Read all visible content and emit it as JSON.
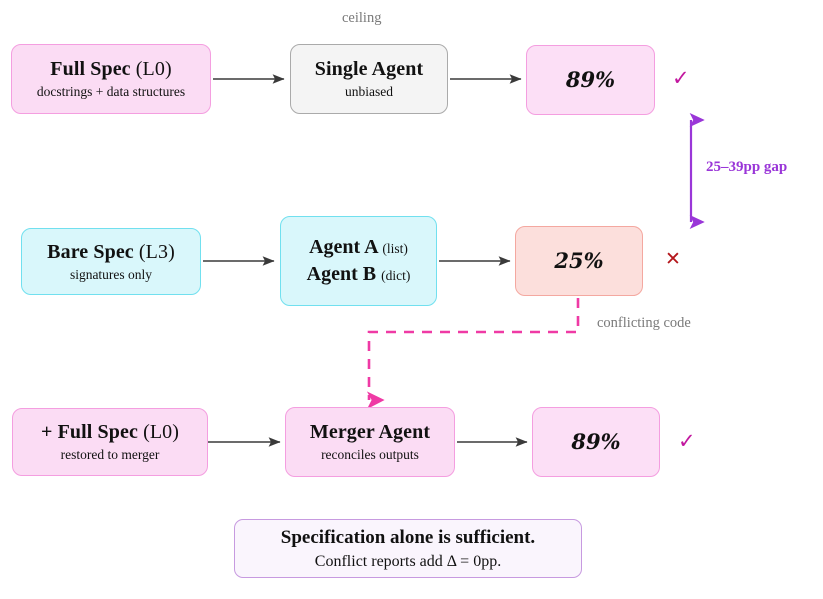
{
  "diagram": {
    "title_label_ceiling": "ceiling",
    "conflict_label": "conflicting code",
    "gap_label": "25–39pp gap",
    "colors": {
      "pink_fill": "#fbdcf4",
      "pink_stroke": "#f49ee0",
      "pink_light_fill": "#fcdff6",
      "gray_fill": "#f4f4f4",
      "gray_stroke": "#aaaaaa",
      "cyan_fill": "#d9f7fb",
      "cyan_stroke": "#71e0ef",
      "salmon_fill": "#fcdfdc",
      "salmon_stroke": "#f4a8a0",
      "purple": "#9a36d8",
      "magenta_dash": "#ef3aa5",
      "check": "#c2189f",
      "cross": "#b4161b",
      "arrow": "#3a3a3a",
      "conclusion_fill": "#faf5fd",
      "conclusion_stroke": "#c79ae0"
    },
    "rows": [
      {
        "id": "row-full-spec",
        "input": {
          "title_bold": "Full Spec",
          "title_reg": "(L0)",
          "sub": "docstrings + data structures"
        },
        "process": {
          "title_bold": "Single Agent",
          "title_reg": "",
          "sub": "unbiased"
        },
        "result": {
          "metric": "89%"
        },
        "mark": "✓"
      },
      {
        "id": "row-bare-spec",
        "input": {
          "title_bold": "Bare Spec",
          "title_reg": "(L3)",
          "sub": "signatures only"
        },
        "process": {
          "agents": [
            {
              "name": "Agent A",
              "kind": "(list)"
            },
            {
              "name": "Agent B",
              "kind": "(dict)"
            }
          ]
        },
        "result": {
          "metric": "25%"
        },
        "mark": "✕"
      },
      {
        "id": "row-merger",
        "input": {
          "title_bold": "+ Full Spec",
          "title_reg": "(L0)",
          "sub": "restored to merger"
        },
        "process": {
          "title_bold": "Merger Agent",
          "title_reg": "",
          "sub": "reconciles outputs"
        },
        "result": {
          "metric": "89%"
        },
        "mark": "✓"
      }
    ],
    "conclusion": {
      "headline": "Specification alone is sufficient.",
      "detail": "Conflict reports add Δ = 0pp."
    }
  }
}
